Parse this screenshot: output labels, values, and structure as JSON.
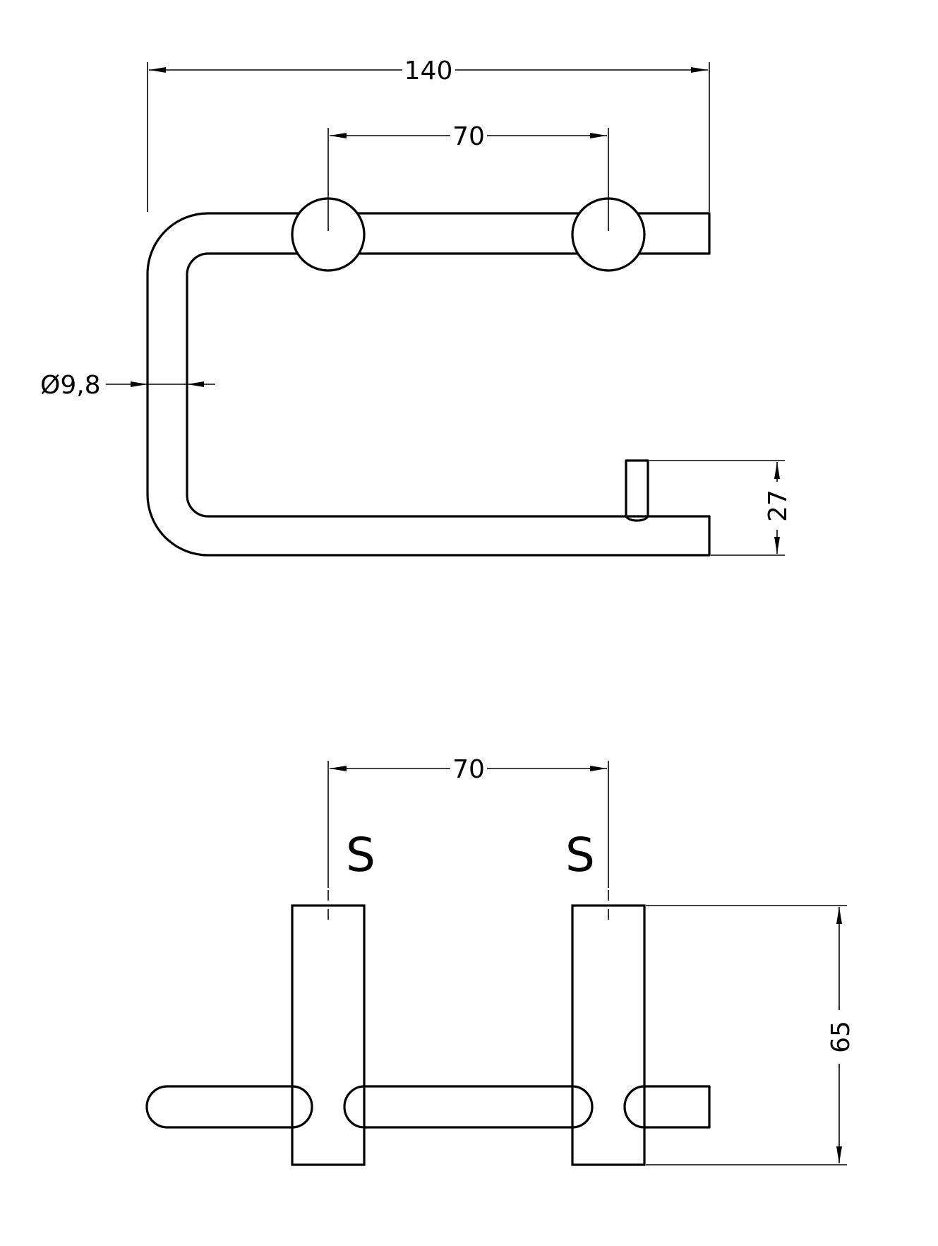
{
  "top_view": {
    "dim_overall_width": "140",
    "dim_post_spacing": "70",
    "dim_rod_diameter": "Ø9,8",
    "dim_stop_height": "27"
  },
  "front_view": {
    "dim_post_spacing": "70",
    "dim_depth": "65",
    "post_left_label": "S",
    "post_right_label": "S"
  }
}
